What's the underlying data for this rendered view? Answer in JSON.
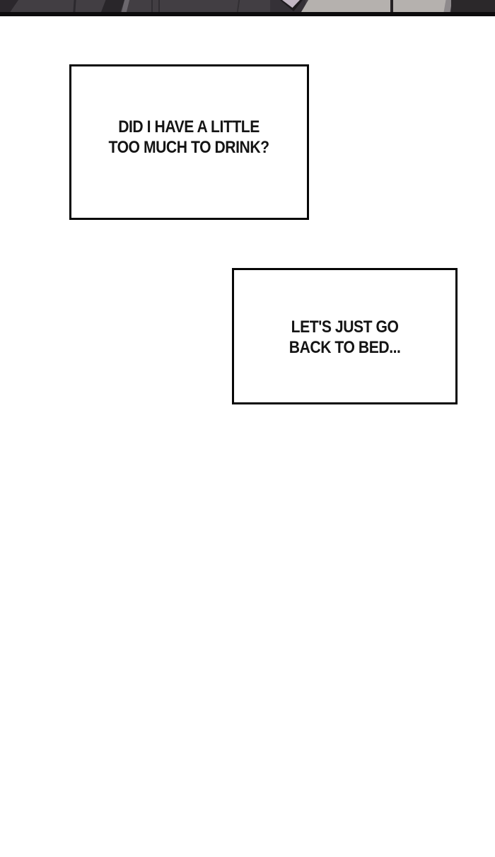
{
  "page": {
    "kind": "webtoon-comic-page",
    "background_color": "#ffffff",
    "text_color": "#141414",
    "caption_border_color": "#070707"
  },
  "top_panel": {
    "colors": {
      "base_gray": "#423e43",
      "dark_wedge": "#2b272c",
      "tie_dark": "#29262a",
      "tie_highlight": "#6b676d",
      "skin_tone": "#c3b7c4",
      "beige_wall": "#b5b1ae",
      "divider": "#252225",
      "gray_sliver": "#8e8a8c",
      "right_dark": "#2b282a",
      "panel_border": "#0c0b0c"
    }
  },
  "captions": [
    {
      "lines": [
        "DID I HAVE A LITTLE",
        "TOO MUCH TO DRINK?"
      ]
    },
    {
      "lines": [
        "LET'S JUST GO",
        "BACK TO BED..."
      ]
    }
  ]
}
